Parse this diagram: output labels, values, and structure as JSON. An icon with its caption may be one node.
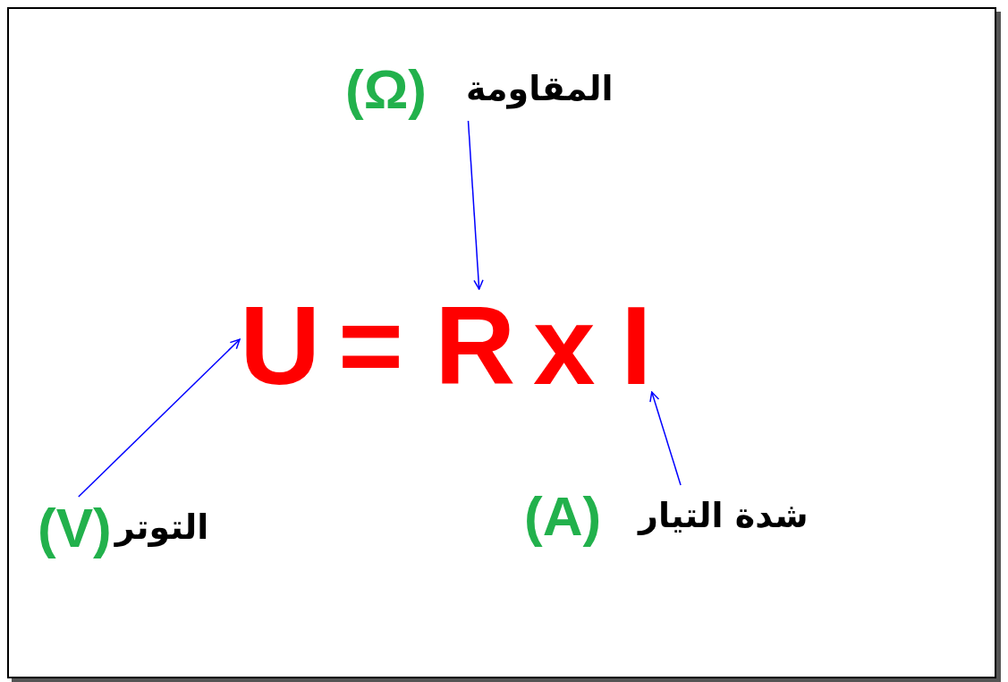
{
  "diagram": {
    "nodes": [
      {
        "text": [
          "المقاومة",
          "(Ω)"
        ]
      },
      {
        "text": [
          "التوتر",
          "(V)"
        ]
      },
      {
        "text": [
          "شدة التيار",
          "(A)"
        ]
      },
      {
        "text": [
          "U"
        ]
      },
      {
        "text": [
          "R"
        ]
      },
      {
        "text": [
          "I"
        ]
      }
    ],
    "edges": [
      {
        "from": 0,
        "to": 4,
        "arrow": "to"
      },
      {
        "from": 1,
        "to": 3,
        "arrow": "to"
      },
      {
        "from": 2,
        "to": 5,
        "arrow": "to"
      }
    ],
    "labels": [
      "=",
      "x"
    ]
  }
}
